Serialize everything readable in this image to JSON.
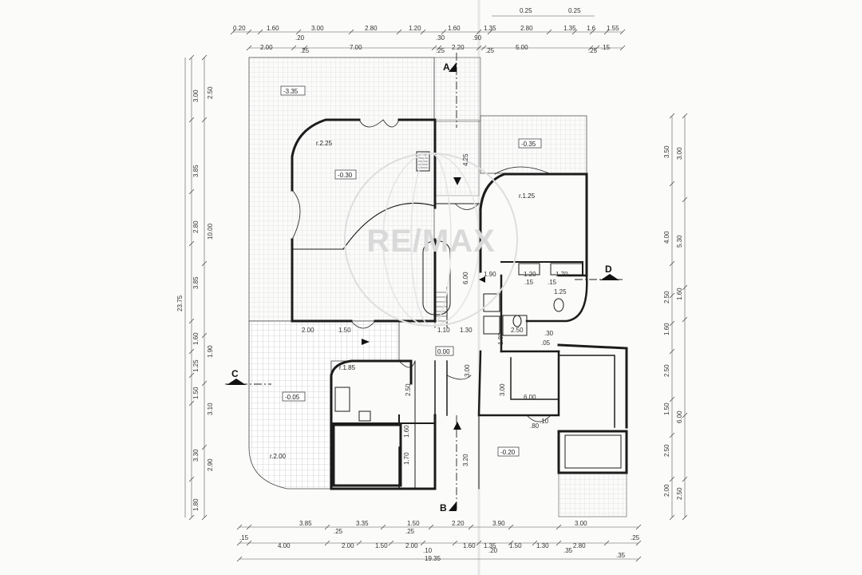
{
  "watermark": {
    "brand": "RE/MAX"
  },
  "dimensions": {
    "top_row1": [
      "0.25",
      "0.25"
    ],
    "top_row2": [
      "0.20",
      "1.60",
      "3.00",
      "2.80",
      "1.20",
      "1.60",
      "1.35",
      "2.80",
      "1.35",
      "1.6",
      "1.55"
    ],
    "top_row3": [
      ".20",
      ".30",
      ".90"
    ],
    "top_row4": [
      "2.00",
      ".25",
      "7.00",
      ".25",
      "2.20",
      ".25",
      "5.00",
      ".25",
      ".15"
    ],
    "left_col1": [
      "3.00",
      "3.85",
      "2.80",
      "3.85",
      "1.60",
      "1.25",
      "1.50",
      "3.30",
      "1.80"
    ],
    "left_col2": [
      "2.50",
      "10.00",
      "1.90",
      "3.10",
      "2.90"
    ],
    "left_total": "23.75",
    "right_col1": [
      "3.50",
      "4.00",
      "2.50",
      "1.60",
      "2.50",
      "1.50",
      "2.50",
      "2.00"
    ],
    "right_col2": [
      "3.00",
      "5.30",
      "1.60",
      "6.00",
      "2.50"
    ],
    "bottom_row1": [
      "3.85",
      "3.35",
      "1.50",
      "2.20",
      "3.90",
      "3.00"
    ],
    "bottom_row2": [
      ".15",
      "4.00",
      "2.00",
      "1.50",
      "2.00",
      "1.60",
      "1.35",
      "1.50",
      "1.30",
      "2.80",
      ".25"
    ],
    "bottom_row3": [
      ".25",
      ".25",
      ".10",
      ".20",
      ".35",
      ".35"
    ],
    "bottom_total": "19.35"
  },
  "levels": [
    "-3.35",
    "-0.30",
    "-0.35",
    "-0.05",
    "-0.20",
    "0.00"
  ],
  "radii": [
    "r.2.25",
    "r.1.25",
    "r.1.85",
    "r.2.00"
  ],
  "interior_dims": [
    "4.25",
    "6.00",
    "1.90",
    "1.20",
    "1.70",
    ".15",
    ".15",
    "1.25",
    "2.50",
    ".30",
    "1.80",
    ".05",
    "3.00",
    "6.00",
    "2.50",
    "1.60",
    "1.70",
    "3.00",
    "3.20",
    ".80",
    ".10",
    "2.00",
    "1.50",
    "1.10",
    "1.30"
  ],
  "sections": {
    "a": "A",
    "b": "B",
    "c": "C",
    "d": "D"
  }
}
